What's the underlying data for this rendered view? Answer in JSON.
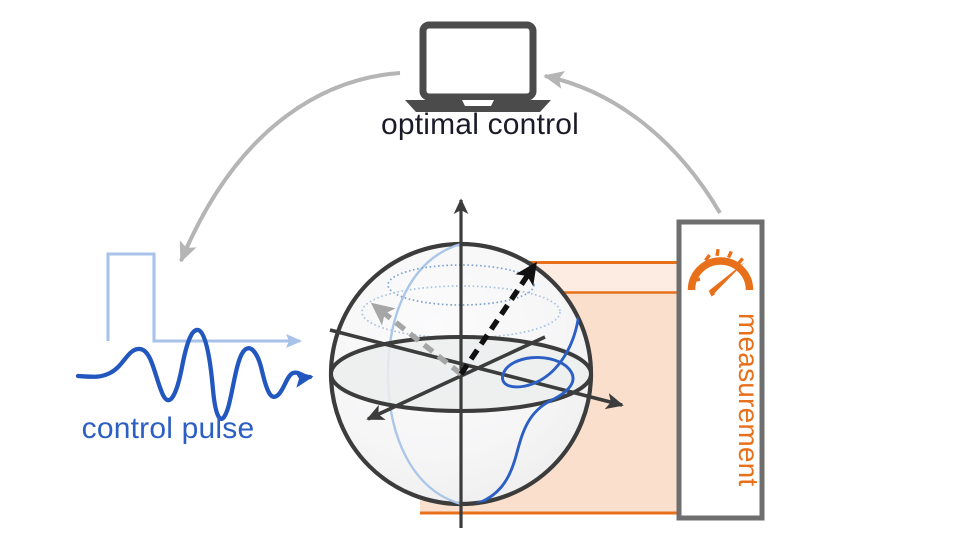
{
  "diagram": {
    "title_text": "optimal control",
    "nodes": {
      "computer": {
        "label": "optimal control",
        "icon": "laptop-icon",
        "color": "#4b4b4b"
      },
      "control_pulse": {
        "label": "control pulse",
        "color": "#2c5fc4",
        "envelope_color": "#a8c2e8",
        "waveform_name": "shaped-control-pulse",
        "square_pulse_name": "square-pulse-envelope"
      },
      "qubit": {
        "name": "bloch-sphere",
        "sphere_color": "#3c3c3c",
        "trajectory_color": "#2c5fc4",
        "state_vector_color": "#111111",
        "initial_vector_color": "#a6a6a6",
        "latitude_color": "#9ab6dd"
      },
      "measurement": {
        "label": "measurement",
        "icon": "gauge-icon",
        "color": "#e8701a",
        "border_color": "#6e6e6e",
        "beam_color": "#fae0cf",
        "beam_line_color": "#e8701a"
      }
    },
    "arrows": {
      "measurement_to_computer": "feedback-arrow",
      "computer_to_pulse": "update-arrow",
      "pulse_to_qubit": "drive-arrow",
      "arrow_color": "#b5b5b5"
    }
  }
}
